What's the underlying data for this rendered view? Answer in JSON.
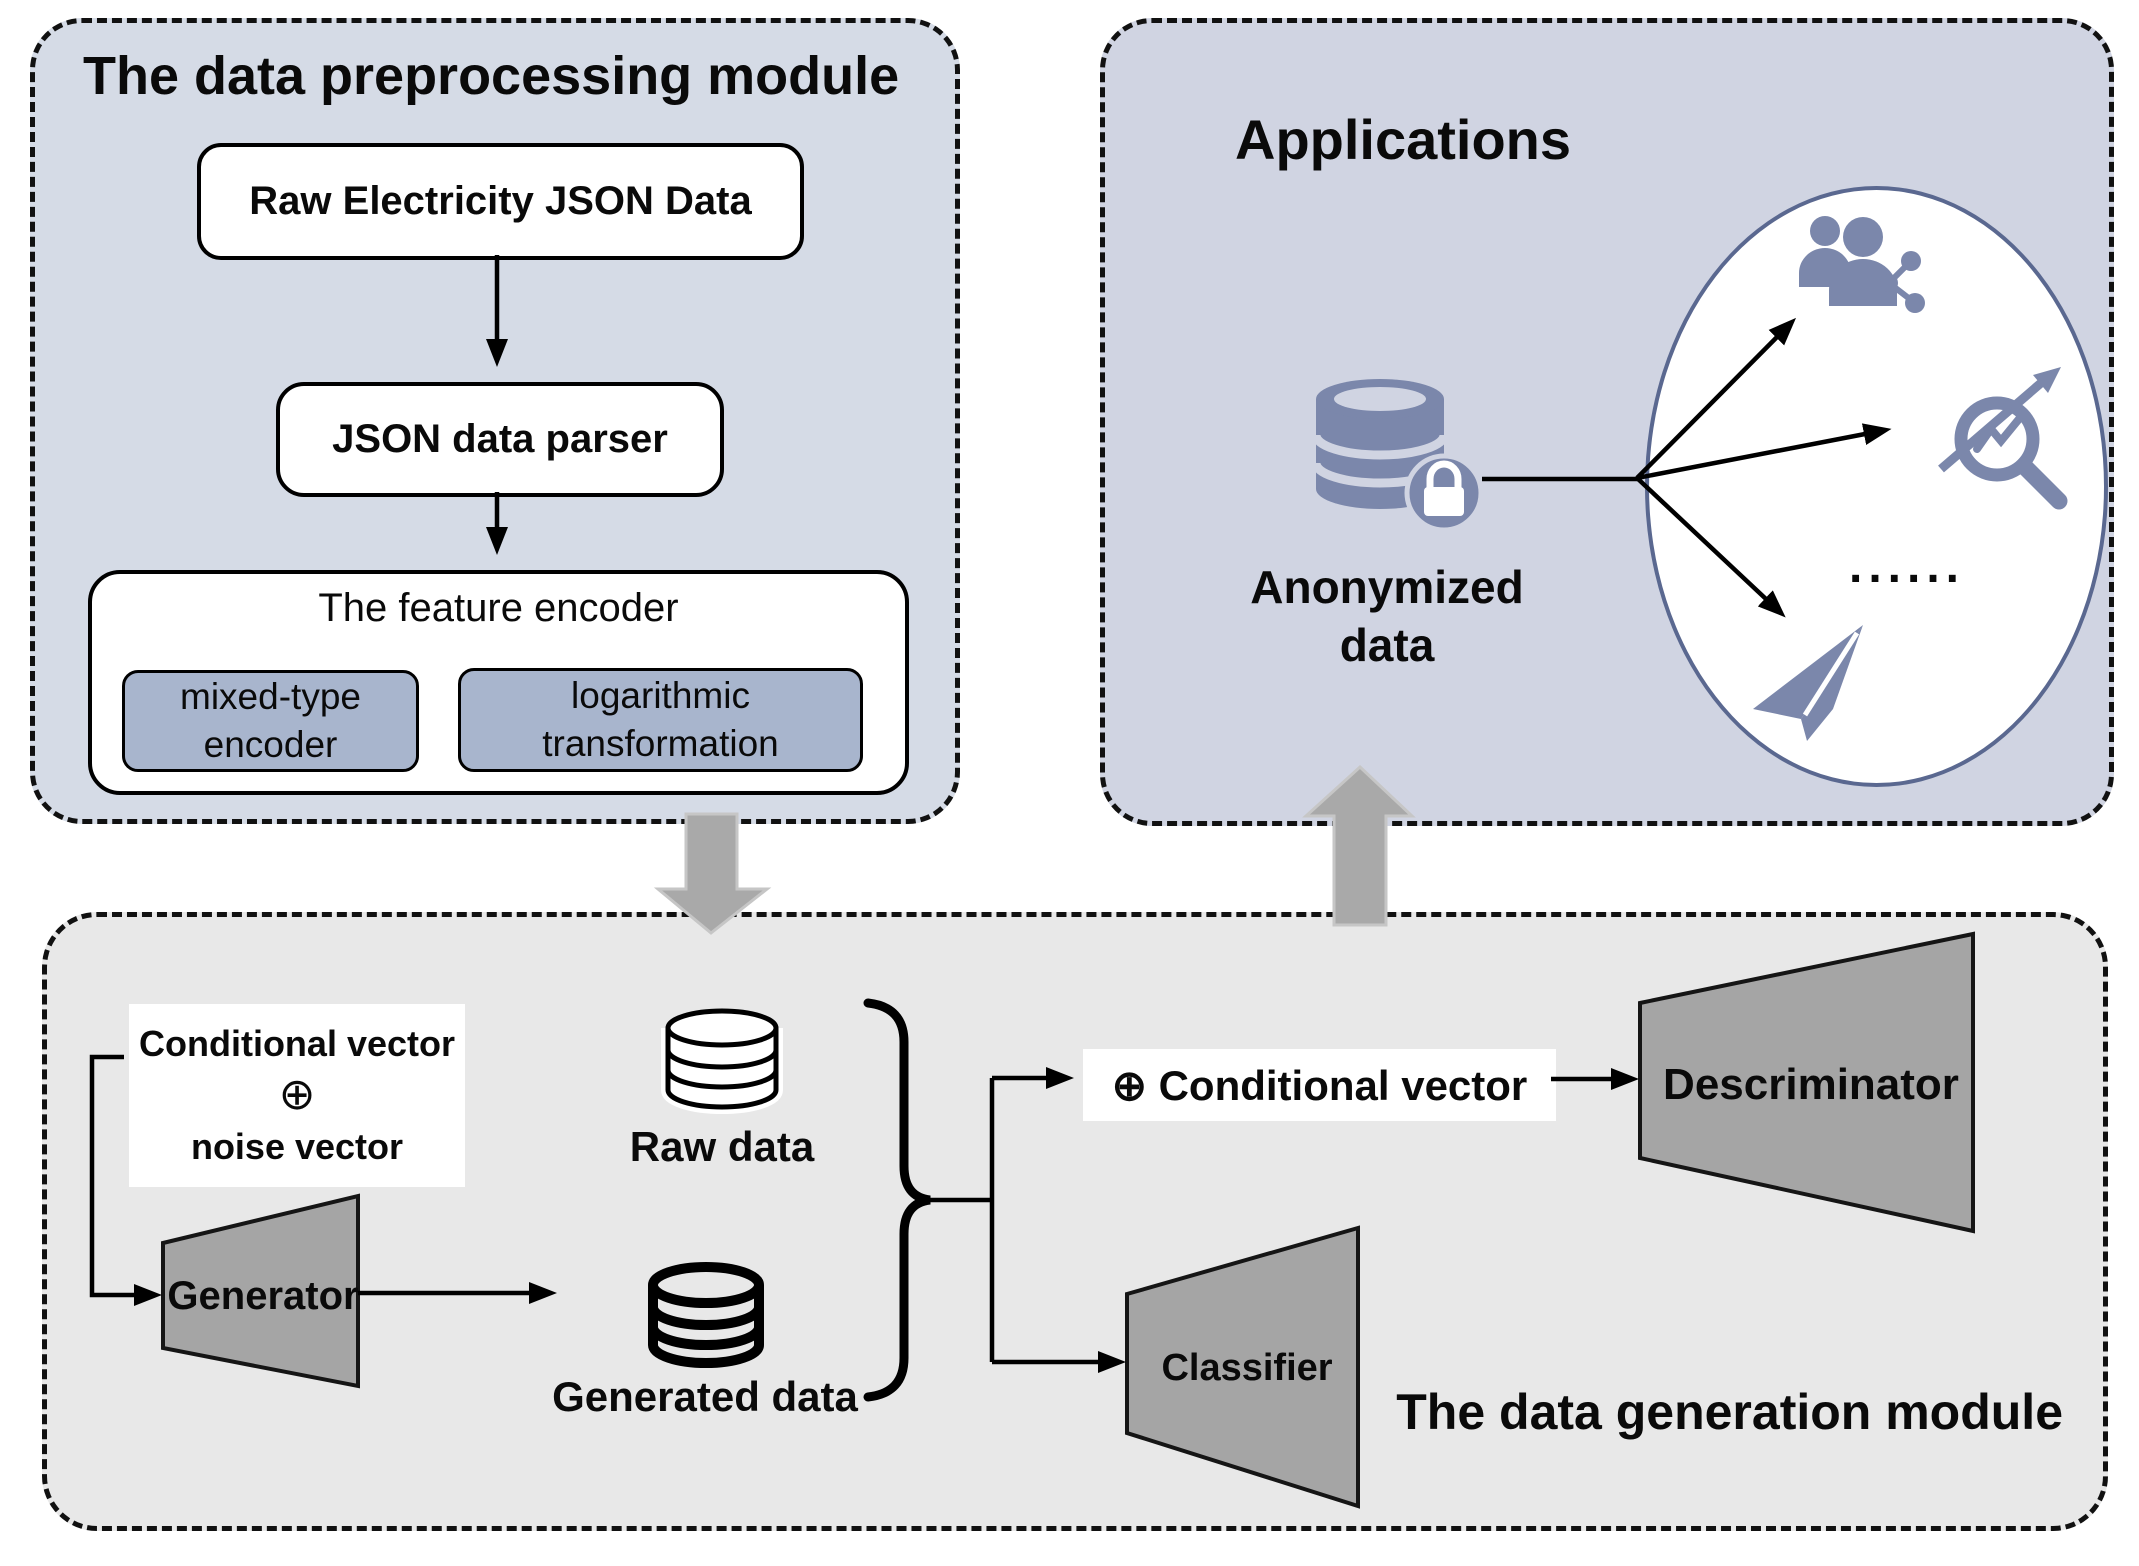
{
  "preprocessing": {
    "title": "The data preprocessing module",
    "raw_box": "Raw Electricity JSON Data",
    "parser_box": "JSON data parser",
    "feature_encoder": {
      "label": "The feature encoder",
      "mixed": {
        "line1": "mixed-type",
        "line2": "encoder"
      },
      "log": {
        "line1": "logarithmic",
        "line2": "transformation"
      }
    }
  },
  "applications": {
    "title": "Applications",
    "anonymized": {
      "line1": "Anonymized",
      "line2": "data"
    },
    "ellipsis": "......"
  },
  "generation": {
    "title": "The data generation module",
    "cond_noise_box": {
      "line1": "Conditional vector",
      "line2": "⊕",
      "line3": "noise vector"
    },
    "generator": "Generator",
    "raw_data_label": "Raw data",
    "generated_data_label": "Generated data",
    "cond_vector_box": "⊕ Conditional vector",
    "descriminator": "Descriminator",
    "classifier": "Classifier"
  },
  "icons": {
    "database_lock": "database-lock-icon",
    "people_share": "people-share-icon",
    "analytics": "analytics-magnifier-icon",
    "paper_plane": "paper-plane-icon",
    "raw_database": "raw-data-database-icon",
    "generated_database": "generated-data-database-icon",
    "oplus": "circled-plus-symbol"
  },
  "colors": {
    "preprocessing_bg": "#d5dbe6",
    "applications_bg": "#d0d4e2",
    "generation_bg": "#e8e8e8",
    "encoder_chip_bg": "#a8b5cd",
    "trapezoid_fill": "#a5a5a5",
    "icon_slate": "#7b87ab",
    "ellipse_stroke": "#5a6890",
    "block_arrow_fill": "#a9a9a9",
    "line_black": "#000000"
  }
}
